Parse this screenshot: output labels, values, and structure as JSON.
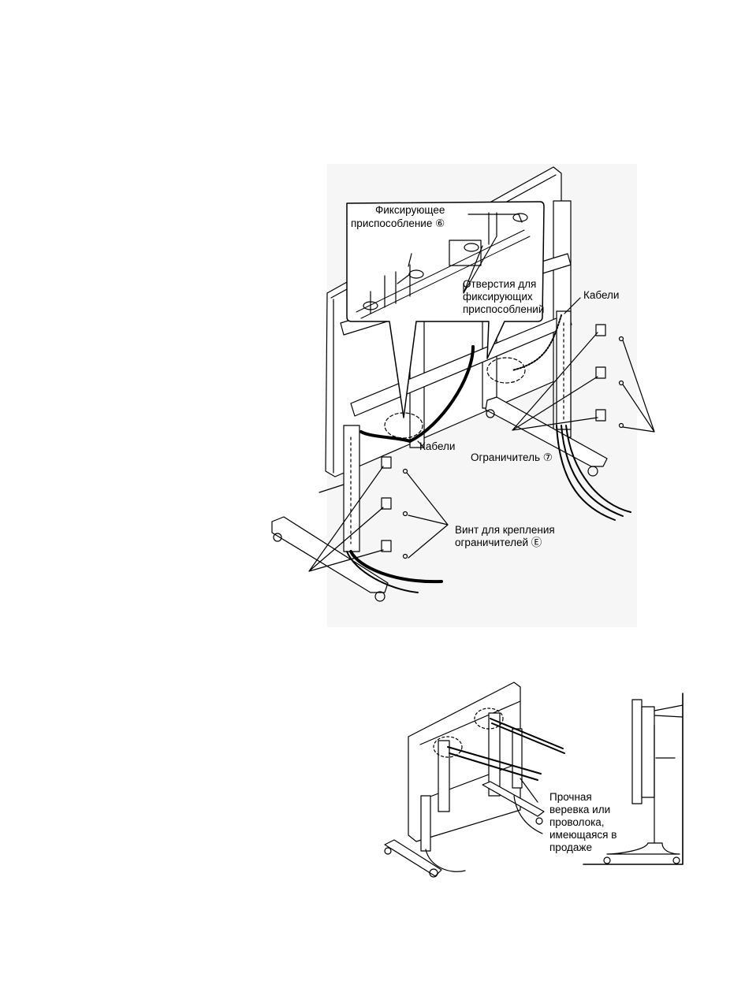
{
  "figure1": {
    "callout": {
      "fixture_label_line1": "Фиксирующее",
      "fixture_label_line2": "приспособление ⑥",
      "holes_label_line1": "Отверстия для",
      "holes_label_line2": "фиксирующих",
      "holes_label_line3": "приспособлений"
    },
    "cables_right": "Кабели",
    "cables_left": "Кабели",
    "limiter_label": "Ограничитель ⑦",
    "screw_label_line1": "Винт для крепления",
    "screw_label_line2": "ограничителей Ⓔ"
  },
  "figure2": {
    "rope_label_line1": "Прочная",
    "rope_label_line2": "веревка или",
    "rope_label_line3": "проволока,",
    "rope_label_line4": "имеющаяся в",
    "rope_label_line5": "продаже"
  }
}
